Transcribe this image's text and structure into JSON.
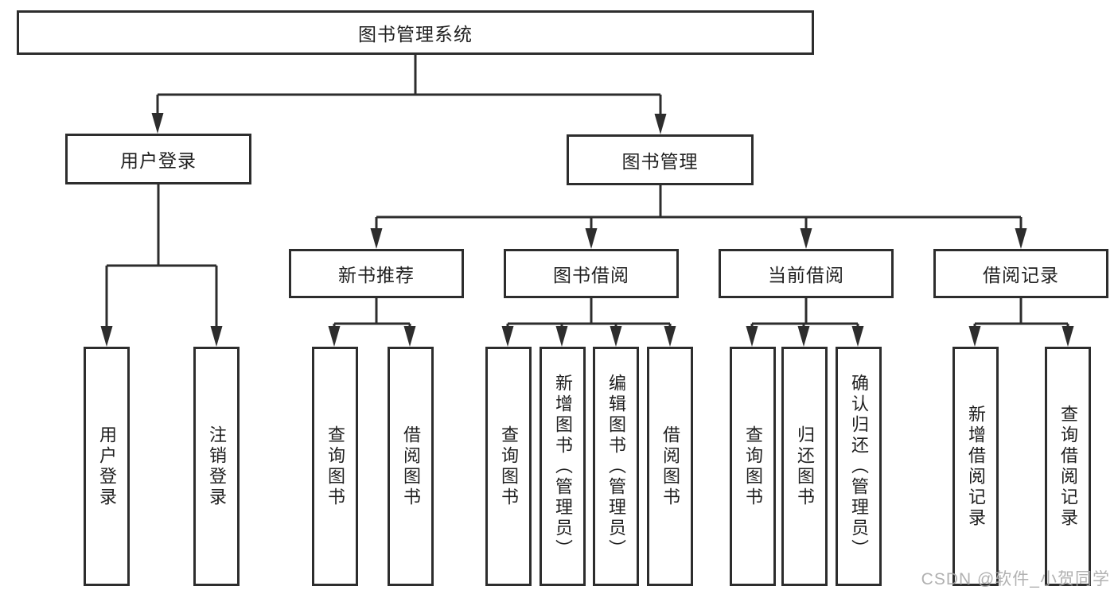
{
  "diagram": {
    "title_node": {
      "label": "图书管理系统"
    },
    "level2": [
      {
        "label": "用户登录"
      },
      {
        "label": "图书管理"
      }
    ],
    "level3": [
      {
        "label": "新书推荐"
      },
      {
        "label": "图书借阅"
      },
      {
        "label": "当前借阅"
      },
      {
        "label": "借阅记录"
      }
    ],
    "leaves": [
      {
        "label": "用户登录"
      },
      {
        "label": "注销登录"
      },
      {
        "label": "查询图书"
      },
      {
        "label": "借阅图书"
      },
      {
        "label": "查询图书"
      },
      {
        "label": "新增图书（管理员）"
      },
      {
        "label": "编辑图书（管理员）"
      },
      {
        "label": "借阅图书"
      },
      {
        "label": "查询图书"
      },
      {
        "label": "归还图书"
      },
      {
        "label": "确认归还（管理员）"
      },
      {
        "label": "新增借阅记录"
      },
      {
        "label": "查询借阅记录"
      }
    ],
    "line_color": "#2d2d2d",
    "box_background": "#ffffff",
    "text_color": "#1f1f1f"
  },
  "watermark": {
    "text": "CSDN @软件_小贺同学",
    "color": "#a8a8a8"
  }
}
